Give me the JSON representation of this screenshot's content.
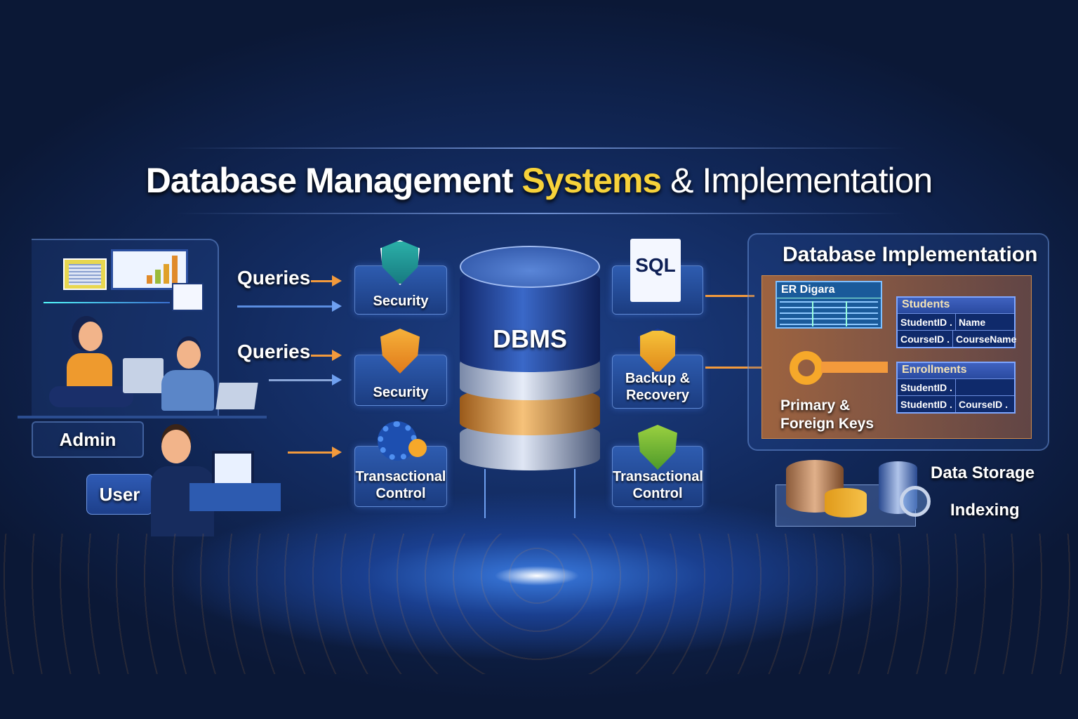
{
  "title": {
    "part1": "Database Management",
    "part2": "Systems",
    "part3": "& Implementation"
  },
  "left": {
    "queries_1": "Queries",
    "queries_2": "Queries",
    "admin": "Admin",
    "user": "User"
  },
  "center": {
    "dbms": "DBMS",
    "left_cards": [
      "Security",
      "Security",
      "Transactional Control"
    ],
    "right_cards": [
      "SQL",
      "Backup & Recovery",
      "Transactional Control"
    ]
  },
  "implementation": {
    "title": "Database Implementation",
    "er_label": "ER Digara",
    "keys_label": "Primary & Foreign Keys",
    "students": {
      "name": "Students",
      "rows": [
        [
          "StudentID .",
          "Name"
        ],
        [
          "CourseID .",
          "CourseName"
        ]
      ]
    },
    "enrollments": {
      "name": "Enrollments",
      "rows": [
        [
          "StudentID .",
          ""
        ],
        [
          "StudentID .",
          "CourseID ."
        ]
      ]
    },
    "data_storage": "Data Storage",
    "indexing": "Indexing"
  },
  "colors": {
    "accent": "#f7d23a",
    "orange": "#f39a3c",
    "navy": "#122a5e"
  }
}
